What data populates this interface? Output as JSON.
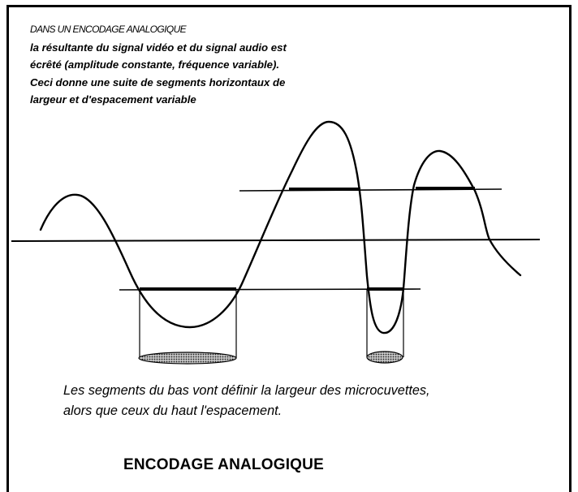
{
  "header": {
    "title": "DANS UN ENCODAGE ANALOGIQUE",
    "lines": [
      "la résultante du  signal vidéo et du signal audio est",
      "écrêté (amplitude constante, fréquence variable).",
      "Ceci donne une suite de segments horizontaux de",
      "largeur et d'espacement variable"
    ]
  },
  "caption": {
    "lines": [
      "Les segments du bas vont définir la largeur  des microcuvettes,",
      "alors que ceux du haut l'espacement."
    ]
  },
  "bottom_title": "ENCODAGE ANALOGIQUE",
  "colors": {
    "ink": "#000000",
    "paper": "#ffffff",
    "pit_fill": "#9a9a9a"
  }
}
